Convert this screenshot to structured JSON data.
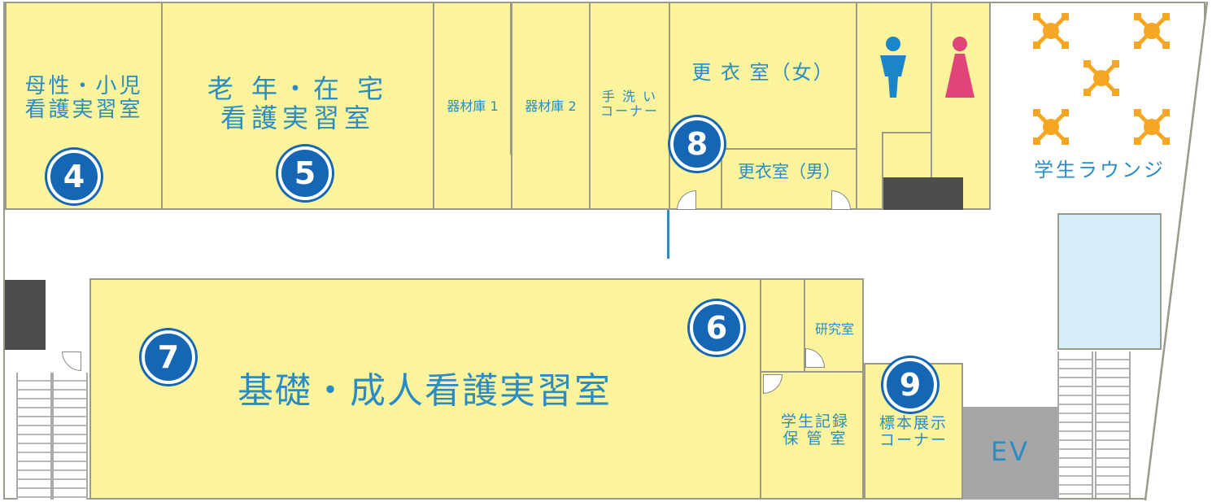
{
  "rooms": {
    "maternal_pediatric": "母性・小児\n看護実習室",
    "gerontology_home": "老 年・在 宅\n看護実習室",
    "equipment_1": "器材庫 1",
    "equipment_2": "器材庫 2",
    "handwash": "手 洗 い\nコーナー",
    "locker_women": "更 衣 室（女）",
    "locker_men": "更衣室（男）",
    "lounge": "学生ラウンジ",
    "fundamental_adult": "基礎・成人看護実習室",
    "research": "研究室",
    "records": "学生記録\n保 管 室",
    "specimen": "標本展示\nコーナー",
    "elevator": "EV"
  },
  "markers": [
    "4",
    "5",
    "6",
    "7",
    "8",
    "9"
  ],
  "icons": [
    "male-restroom-icon",
    "female-restroom-icon",
    "lounge-table-icon"
  ],
  "colors": {
    "room_fill": "#fbf49c",
    "label_text": "#2a8cc4",
    "marker_fill": "#1566b4",
    "male_icon": "#1a86c8",
    "female_icon": "#e0457a",
    "lounge_icon": "#f5a623",
    "window_fill": "#d6eefa"
  }
}
